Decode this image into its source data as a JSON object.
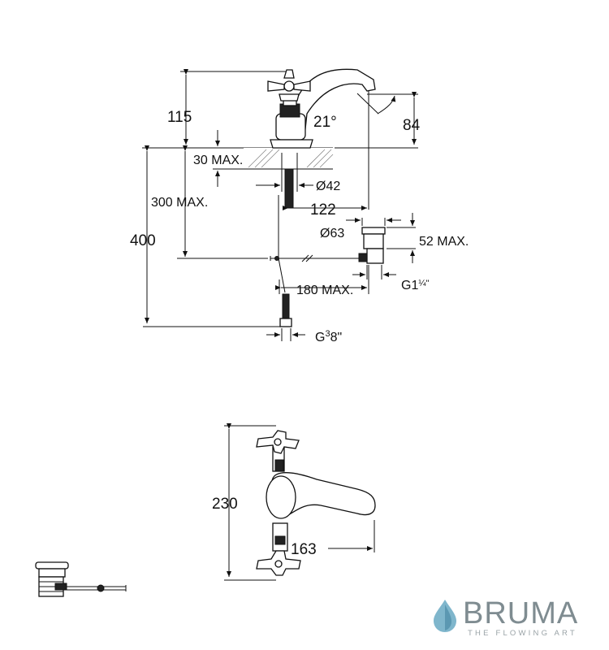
{
  "side_view": {
    "dims": {
      "height_above_deck": "115",
      "spout_angle": "21°",
      "spout_height": "84",
      "deck_thickness_max": "30 MAX.",
      "shank_diameter": "Ø42",
      "tail_length_max": "300 MAX.",
      "overall_height": "400",
      "projection": "122",
      "waste_diameter": "Ø63",
      "waste_height_max": "52 MAX.",
      "waste_thread": "G1",
      "waste_thread_fraction": "¼\"",
      "rod_length_max": "180 MAX.",
      "supply_thread": "G",
      "supply_thread_sup": "3",
      "supply_thread_sub": "8\""
    }
  },
  "top_view": {
    "dims": {
      "width": "230",
      "spout_reach": "163"
    }
  },
  "brand": {
    "name": "BRUMA",
    "tagline": "THE FLOWING ART",
    "accent_color": "#7fb6cc"
  }
}
